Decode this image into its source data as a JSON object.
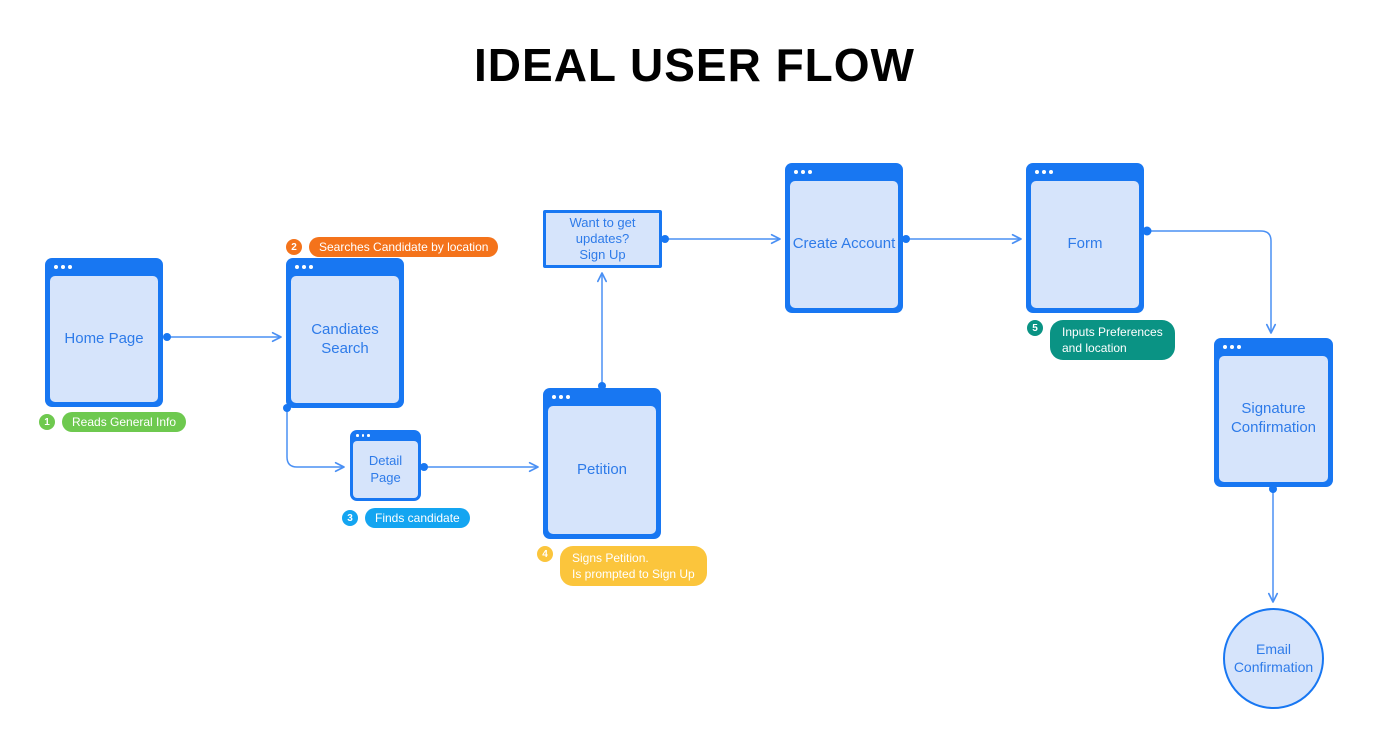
{
  "title": "IDEAL USER FLOW",
  "nodes": {
    "home_page": {
      "label": "Home Page",
      "type": "browser-window"
    },
    "candidates_search": {
      "label": "Candiates Search",
      "type": "browser-window"
    },
    "detail_page": {
      "label": "Detail\nPage",
      "type": "browser-window"
    },
    "signup_prompt": {
      "label": "Want to get updates?\nSign Up",
      "type": "rectangle"
    },
    "petition": {
      "label": "Petition",
      "type": "browser-window"
    },
    "create_account": {
      "label": "Create Account",
      "type": "browser-window"
    },
    "form": {
      "label": "Form",
      "type": "browser-window"
    },
    "signature_confirmation": {
      "label": "Signature\nConfirmation",
      "type": "browser-window"
    },
    "email_confirmation": {
      "label": "Email\nConfirmation",
      "type": "circle"
    }
  },
  "badges": [
    {
      "number": "1",
      "text": "Reads General Info",
      "color": "#6EC94F"
    },
    {
      "number": "2",
      "text": "Searches Candidate by location",
      "color": "#F4731B"
    },
    {
      "number": "3",
      "text": "Finds candidate",
      "color": "#14A5F1"
    },
    {
      "number": "4",
      "text": "Signs Petition.\nIs prompted to Sign Up",
      "color": "#FBC53C"
    },
    {
      "number": "5",
      "text": "Inputs Preferences\nand location",
      "color": "#0A9384"
    }
  ],
  "connectors": [
    {
      "from": "home_page",
      "to": "candidates_search"
    },
    {
      "from": "candidates_search",
      "to": "detail_page"
    },
    {
      "from": "detail_page",
      "to": "petition"
    },
    {
      "from": "petition",
      "to": "signup_prompt"
    },
    {
      "from": "signup_prompt",
      "to": "create_account"
    },
    {
      "from": "create_account",
      "to": "form"
    },
    {
      "from": "form",
      "to": "signature_confirmation"
    },
    {
      "from": "signature_confirmation",
      "to": "email_confirmation"
    }
  ],
  "colors": {
    "window_frame": "#1877F2",
    "window_fill": "#D6E4FB",
    "node_text": "#2E7BE9",
    "connector": "#4A90F4",
    "title_text": "#000000"
  }
}
